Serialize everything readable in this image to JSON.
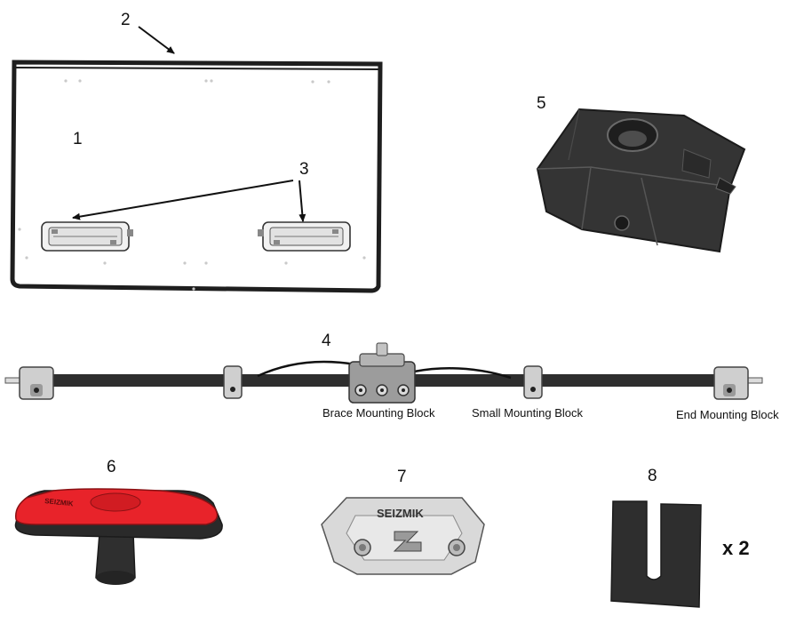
{
  "parts": {
    "windshield": {
      "number": "1"
    },
    "top_trim": {
      "number": "2"
    },
    "clamps": {
      "number": "3"
    },
    "mount_bar": {
      "number": "4",
      "brace_block_label": "Brace Mounting Block",
      "small_block_label": "Small Mounting Block",
      "end_block_label": "End Mounting Block"
    },
    "cover": {
      "number": "5"
    },
    "knob": {
      "number": "6",
      "knob_text": "SEIZMIK"
    },
    "badge": {
      "number": "7",
      "brand_text": "SEIZMIK"
    },
    "spacer": {
      "number": "8",
      "quantity": "x 2"
    }
  },
  "colors": {
    "outline": "#1e1e1e",
    "dark_part": "#3a3a3a",
    "knob_red": "#e8232a",
    "light_part": "#d6d6d6"
  }
}
